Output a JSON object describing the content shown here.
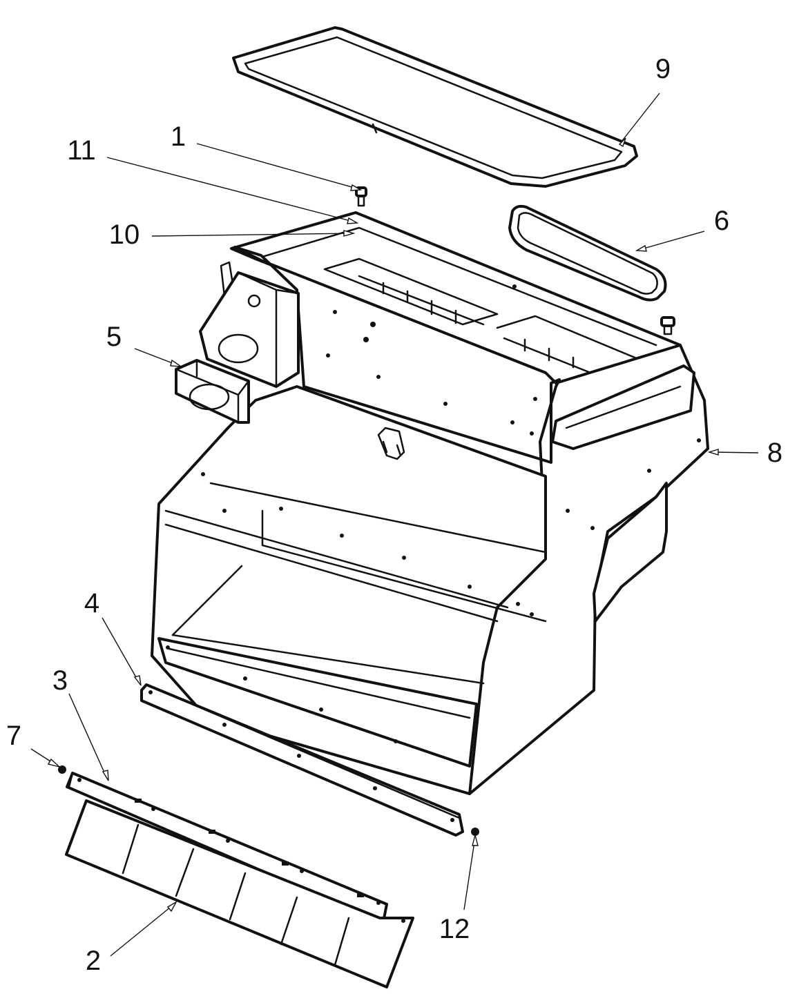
{
  "diagram": {
    "style": "exploded-view line drawing",
    "colors": {
      "line": "#111111",
      "background": "#ffffff"
    },
    "callouts": [
      {
        "id": "c1",
        "label": "1"
      },
      {
        "id": "c2",
        "label": "2"
      },
      {
        "id": "c3",
        "label": "3"
      },
      {
        "id": "c4",
        "label": "4"
      },
      {
        "id": "c5",
        "label": "5"
      },
      {
        "id": "c6",
        "label": "6"
      },
      {
        "id": "c7",
        "label": "7"
      },
      {
        "id": "c8",
        "label": "8"
      },
      {
        "id": "c9",
        "label": "9"
      },
      {
        "id": "c10",
        "label": "10"
      },
      {
        "id": "c11",
        "label": "11"
      },
      {
        "id": "c12",
        "label": "12"
      }
    ]
  }
}
